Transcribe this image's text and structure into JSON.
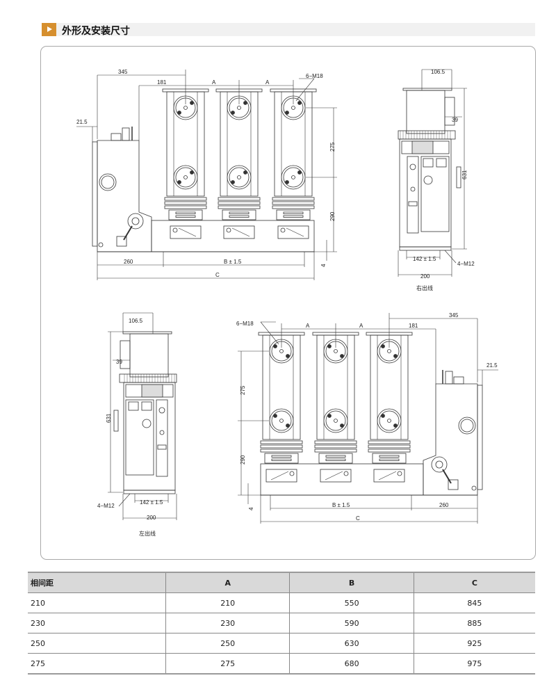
{
  "header": {
    "title": "外形及安装尺寸"
  },
  "right_outlet": {
    "front": {
      "d345": "345",
      "d181": "181",
      "a1": "A",
      "a2": "A",
      "bolt": "6−M18",
      "d21_5": "21.5",
      "d275": "275",
      "d290": "290",
      "d4": "4",
      "d260": "260",
      "b": "B ± 1.5",
      "c": "C"
    },
    "side": {
      "d106_5": "106.5",
      "d39": "39",
      "d631": "631",
      "d142": "142 ± 1.5",
      "m12": "4−M12",
      "d200": "200",
      "caption": "右出线"
    }
  },
  "left_outlet": {
    "front": {
      "d345": "345",
      "d181": "181",
      "a1": "A",
      "a2": "A",
      "bolt": "6−M18",
      "d21_5": "21.5",
      "d275": "275",
      "d290": "290",
      "d4": "4",
      "d260": "260",
      "b": "B ± 1.5",
      "c": "C"
    },
    "side": {
      "d106_5": "106.5",
      "d39": "39",
      "d631": "631",
      "d142": "142 ± 1.5",
      "m12": "4−M12",
      "d200": "200",
      "caption": "左出线"
    }
  },
  "table": {
    "headers": [
      "相间距",
      "A",
      "B",
      "C"
    ],
    "rows": [
      [
        "210",
        "210",
        "550",
        "845"
      ],
      [
        "230",
        "230",
        "590",
        "885"
      ],
      [
        "250",
        "250",
        "630",
        "925"
      ],
      [
        "275",
        "275",
        "680",
        "975"
      ]
    ]
  }
}
